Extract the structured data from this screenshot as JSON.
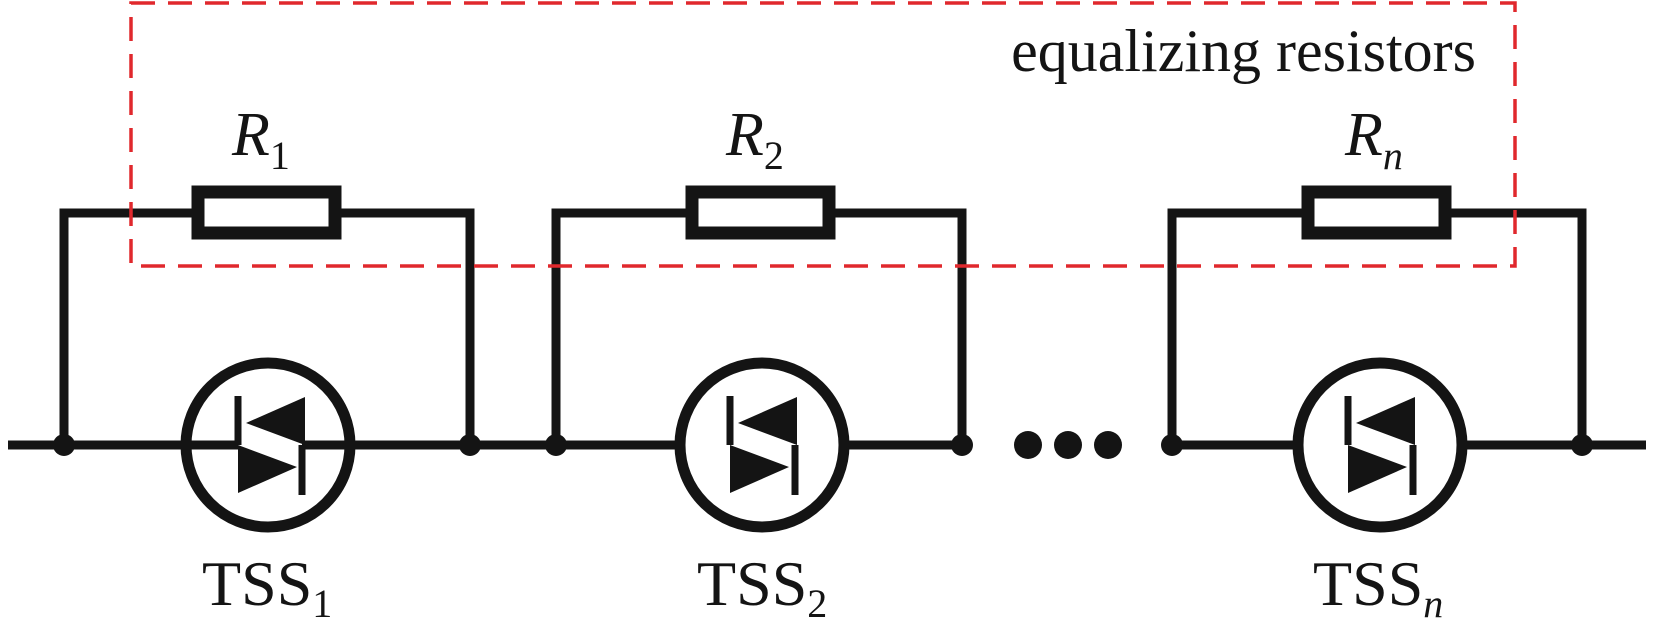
{
  "diagram": {
    "box_label": "equalizing resistors",
    "box_color": "#e0282d",
    "wire_color": "#141414",
    "ellipsis": "...",
    "cells": [
      {
        "resistor": {
          "symbol": "R",
          "index": "1"
        },
        "device": {
          "symbol": "TSS",
          "index": "1"
        }
      },
      {
        "resistor": {
          "symbol": "R",
          "index": "2"
        },
        "device": {
          "symbol": "TSS",
          "index": "2"
        }
      },
      {
        "resistor": {
          "symbol": "R",
          "index": "n"
        },
        "device": {
          "symbol": "TSS",
          "index": "n"
        }
      }
    ]
  }
}
